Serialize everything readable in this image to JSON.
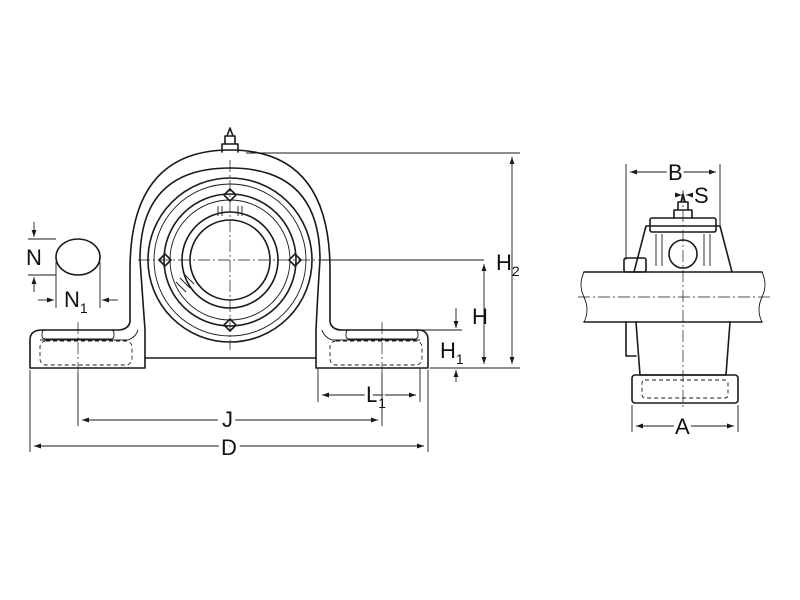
{
  "labels": {
    "N": {
      "main": "N",
      "sub": ""
    },
    "N1": {
      "main": "N",
      "sub": "1"
    },
    "H2": {
      "main": "H",
      "sub": "2"
    },
    "H": {
      "main": "H",
      "sub": ""
    },
    "H1": {
      "main": "H",
      "sub": "1"
    },
    "L1": {
      "main": "L",
      "sub": "1"
    },
    "J": {
      "main": "J",
      "sub": ""
    },
    "D": {
      "main": "D",
      "sub": ""
    },
    "B": {
      "main": "B",
      "sub": ""
    },
    "S": {
      "main": "S",
      "sub": ""
    },
    "A": {
      "main": "A",
      "sub": ""
    }
  }
}
